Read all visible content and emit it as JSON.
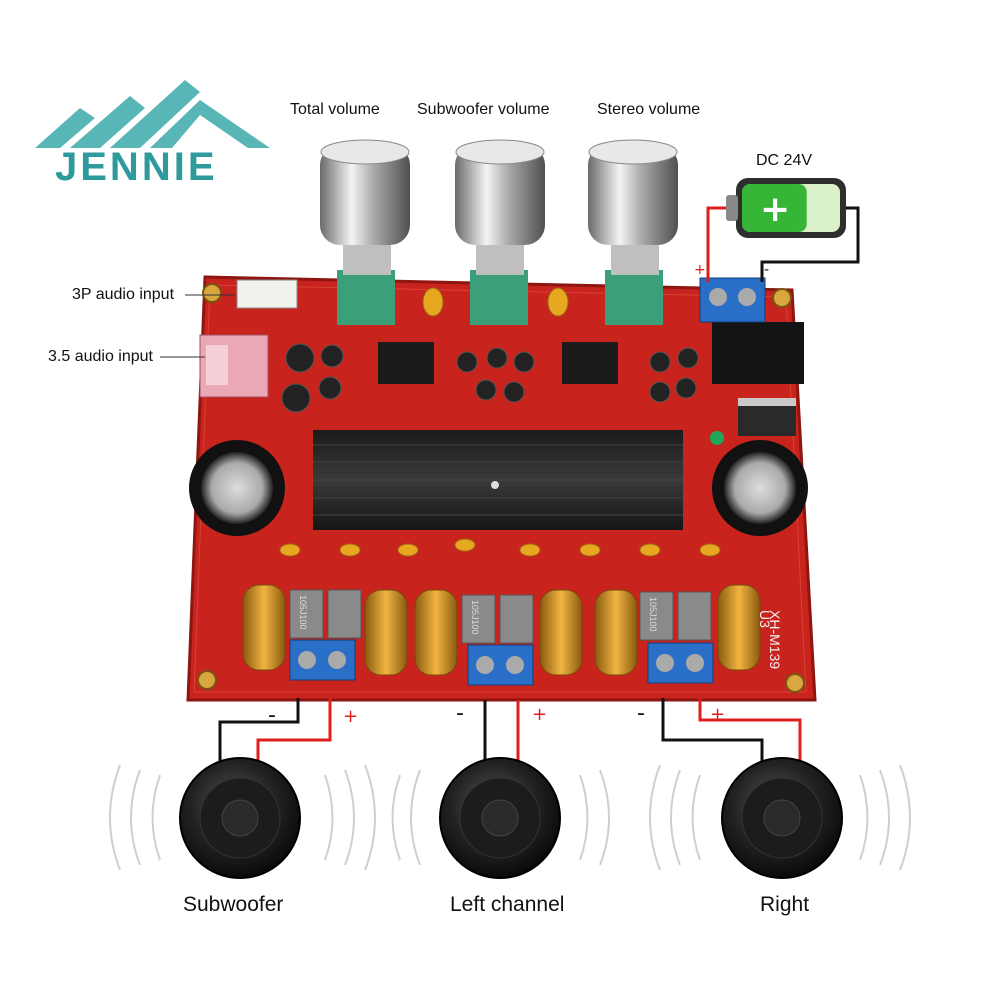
{
  "brand": {
    "name": "JENNIE",
    "color": "#2f9a9c"
  },
  "labels": {
    "total_volume": "Total volume",
    "subwoofer_volume": "Subwoofer volume",
    "stereo_volume": "Stereo volume",
    "dc_power": "DC 24V",
    "input_3p": "3P audio input",
    "input_35": "3.5 audio input",
    "speaker_sub": "Subwoofer",
    "speaker_left": "Left channel",
    "speaker_right": "Right"
  },
  "board": {
    "model": "XH-M139",
    "revision": "U3",
    "capacitor_code": "105J100",
    "color": "#c8231c"
  },
  "battery": {
    "level": 0.66,
    "color": "#36b536"
  },
  "polarity": {
    "plus": "+",
    "minus": "-"
  }
}
